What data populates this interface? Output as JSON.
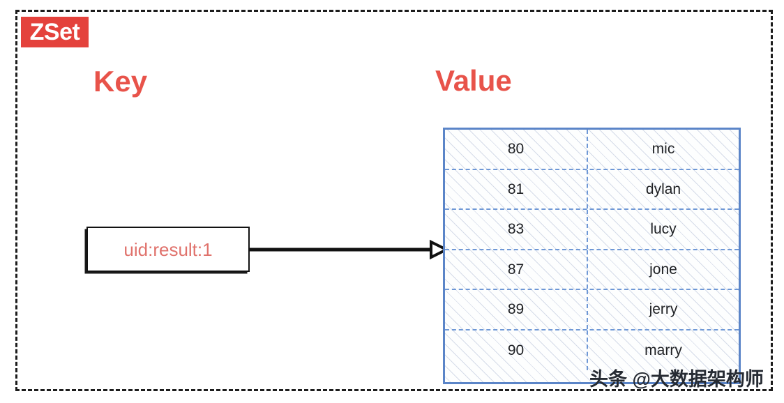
{
  "diagram": {
    "badge": {
      "label": "ZSet",
      "bg_color": "#e4423c",
      "text_color": "#ffffff"
    },
    "headings": {
      "key": "Key",
      "value": "Value",
      "color": "#e8534a"
    },
    "key_box": {
      "text": "uid:result:1",
      "text_color": "#e0726c",
      "border_color": "#121212"
    },
    "arrow": {
      "name": "key-to-value-arrow",
      "color": "#111111"
    },
    "value_table": {
      "border_color": "#5b85c8",
      "divider_color": "#6f98d6",
      "fill_color": "#e8eef9",
      "columns": [
        "score",
        "member"
      ],
      "rows": [
        {
          "score": "80",
          "member": "mic"
        },
        {
          "score": "81",
          "member": "dylan"
        },
        {
          "score": "83",
          "member": "lucy"
        },
        {
          "score": "87",
          "member": "jone"
        },
        {
          "score": "89",
          "member": "jerry"
        },
        {
          "score": "90",
          "member": "marry"
        }
      ]
    },
    "watermark": "头条 @大数据架构师"
  }
}
